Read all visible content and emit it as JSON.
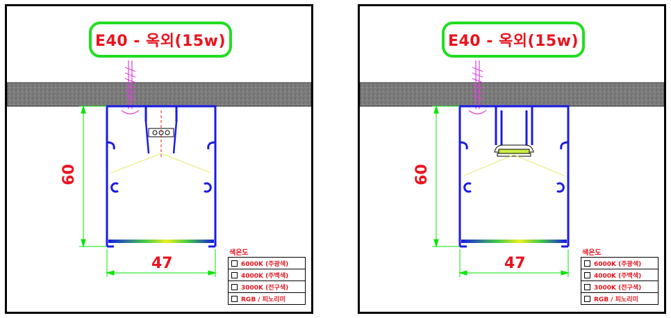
{
  "panels": [
    {
      "title": "E40 - 옥외(15w)",
      "height_dim": "60",
      "width_dim": "47",
      "variant": "clip-lens"
    },
    {
      "title": "E40 - 옥외(15w)",
      "height_dim": "60",
      "width_dim": "47",
      "variant": "flat-lens"
    }
  ],
  "legend": {
    "title": "색온도",
    "options": [
      "6000K (주광색)",
      "4000K (주백색)",
      "3000K (전구색)",
      "RGB / 피노리미"
    ]
  },
  "colors": {
    "profile": "#1a1ae6",
    "dimension": "#00e600",
    "label": "#e8141e",
    "title_border": "#22dd22",
    "concrete": "#7c7c7c",
    "screw": "#e040e0"
  }
}
